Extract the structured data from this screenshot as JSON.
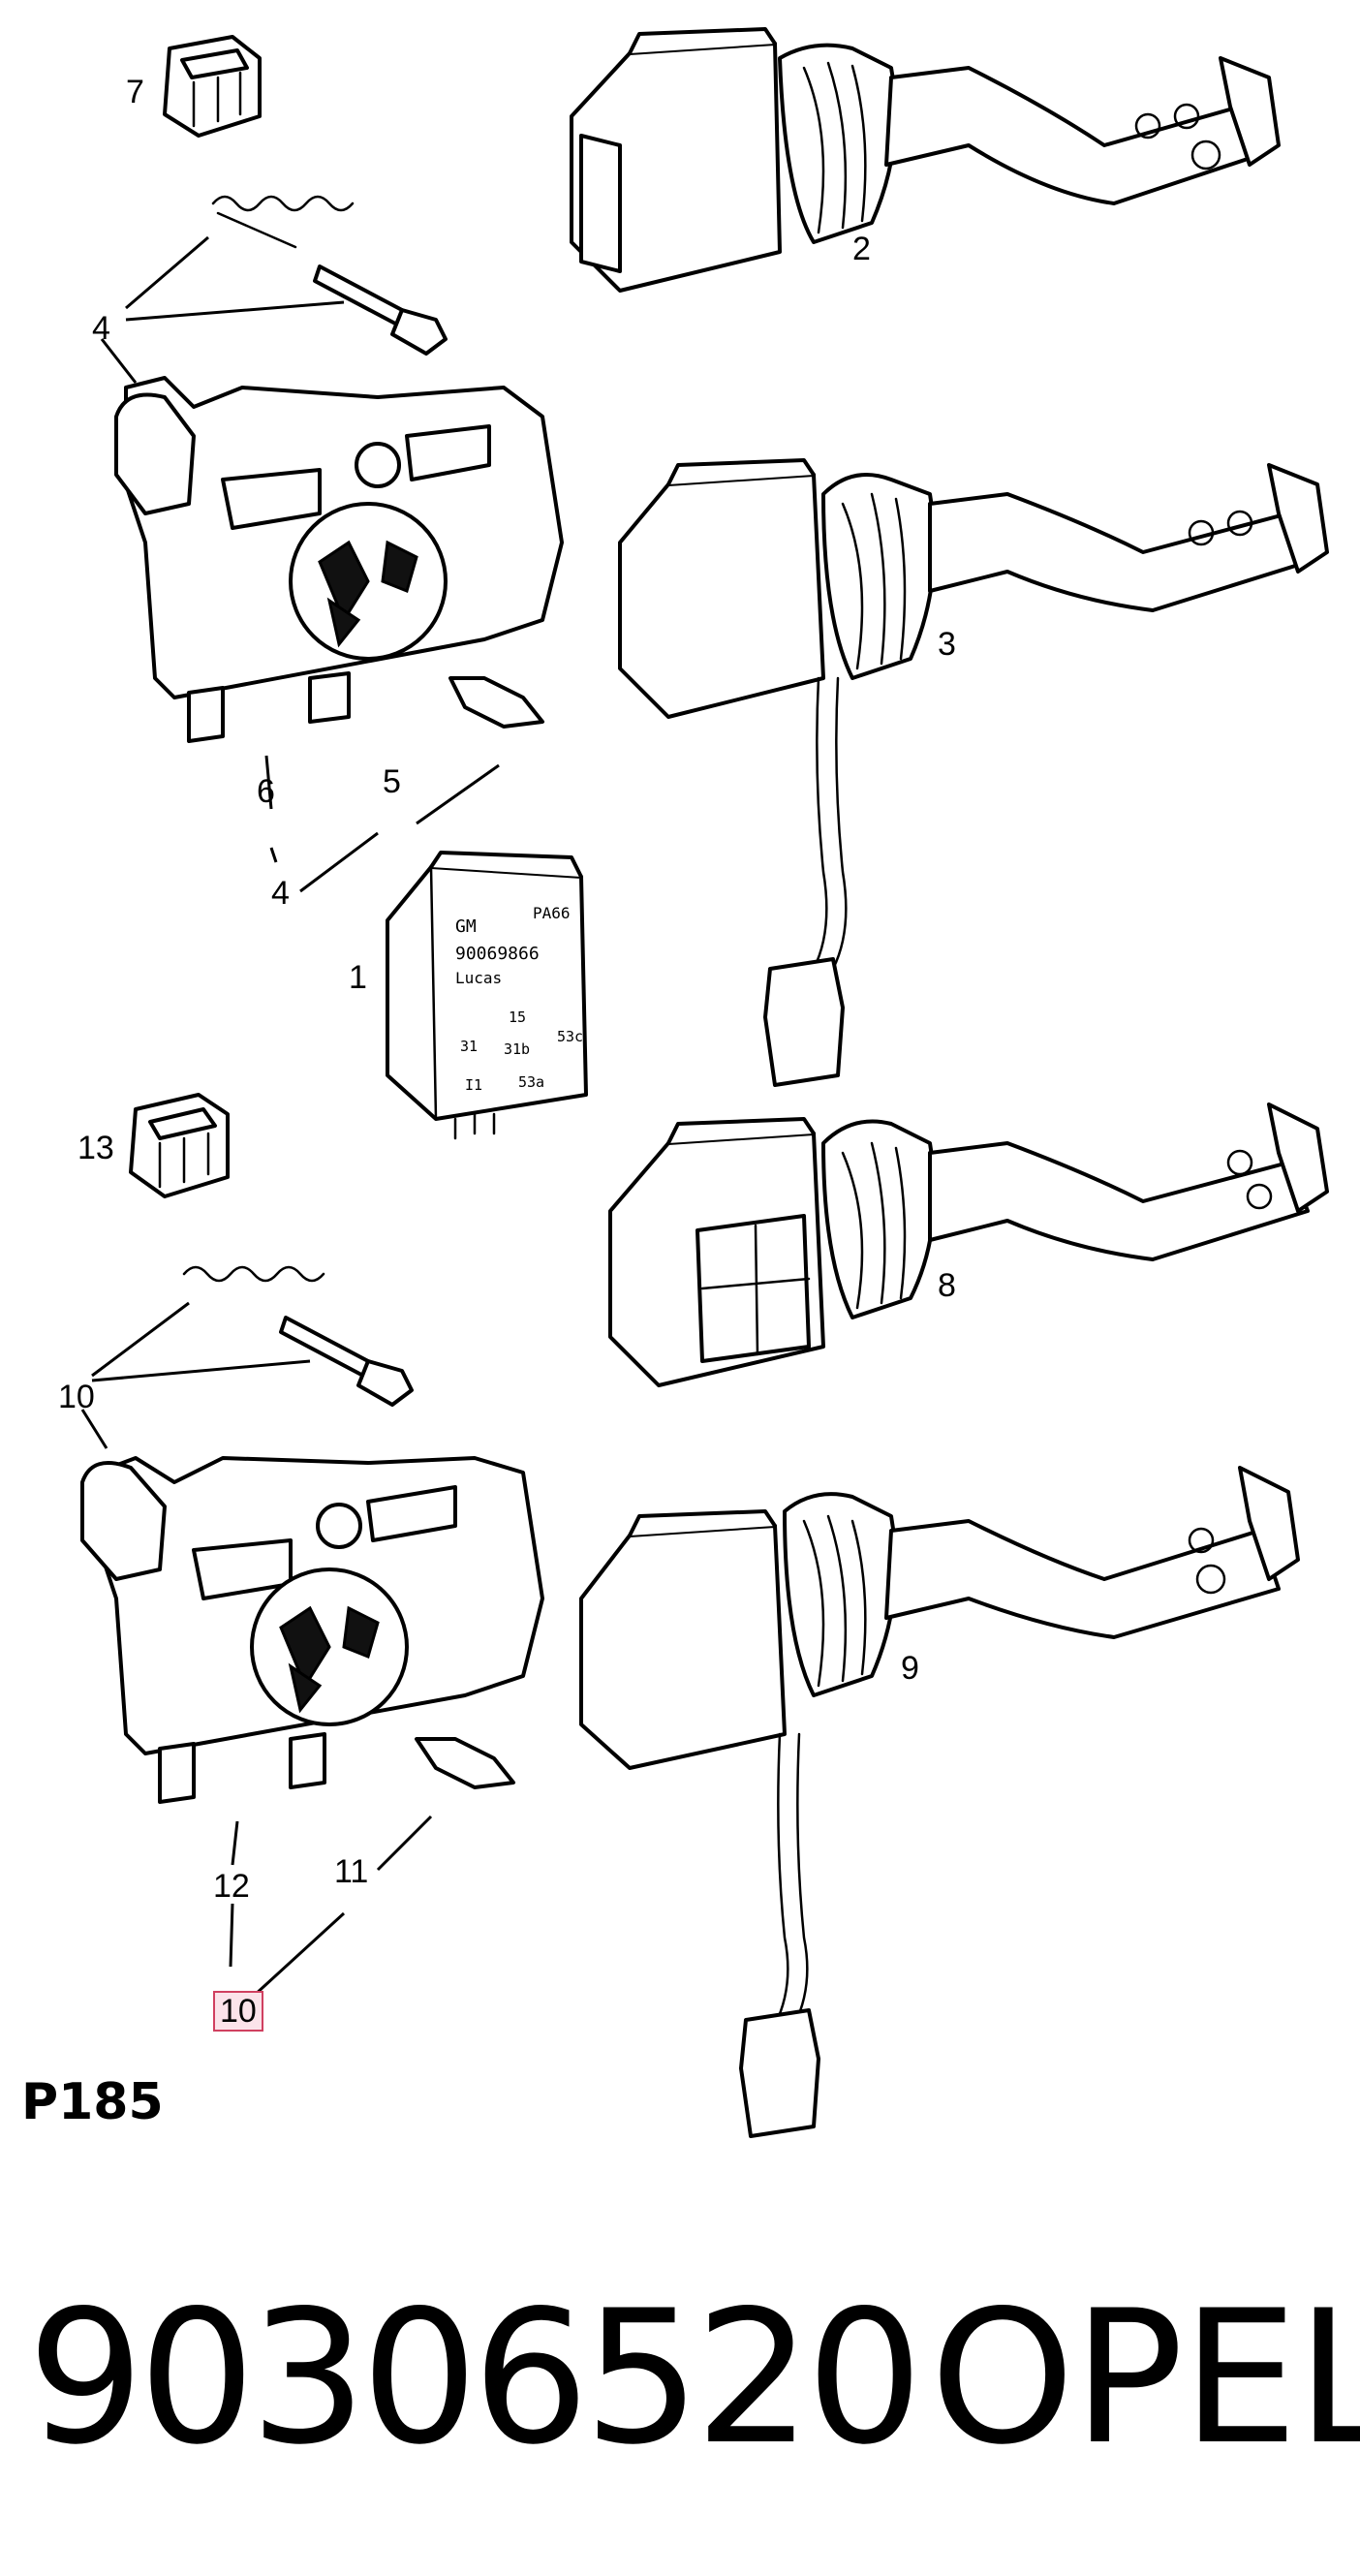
{
  "callouts": {
    "c7": "7",
    "c2": "2",
    "c4a": "4",
    "c3": "3",
    "c6": "6",
    "c5": "5",
    "c4b": "4",
    "c1": "1",
    "c13": "13",
    "c8": "8",
    "c10a": "10",
    "c9": "9",
    "c12": "12",
    "c11": "11",
    "c10b": "10"
  },
  "relay_label": {
    "brand": "GM",
    "number": "90069866",
    "maker": "Lucas",
    "type": "PA66",
    "pins": [
      "15",
      "31",
      "31b",
      "53c",
      "I1",
      "53a"
    ]
  },
  "page_code": "P185",
  "part_number": "90306520",
  "brand": "OPEL",
  "highlight_color": "#d04060"
}
